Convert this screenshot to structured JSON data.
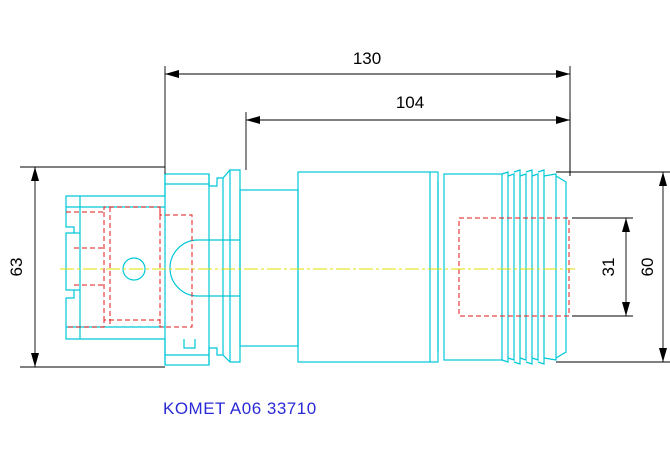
{
  "drawing": {
    "dimensions": {
      "overall_length": "130",
      "shank_length": "104",
      "flange_diameter": "63",
      "body_diameter": "60",
      "bore_diameter": "31"
    },
    "caption": "KOMET A06 33710",
    "colors": {
      "outline": "#00c8d8",
      "dimension": "#000000",
      "hidden_line": "#e01818",
      "centerline": "#e0e000",
      "caption": "#2a2ad6"
    }
  }
}
